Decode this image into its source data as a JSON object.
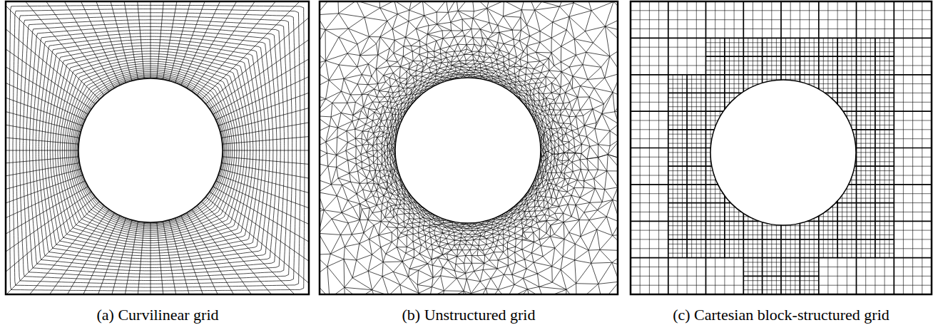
{
  "diagram": {
    "labels": [
      "(a) Curvilinear grid",
      "(b) Unstructured grid",
      "(c) Cartesian block-structured grid"
    ]
  }
}
